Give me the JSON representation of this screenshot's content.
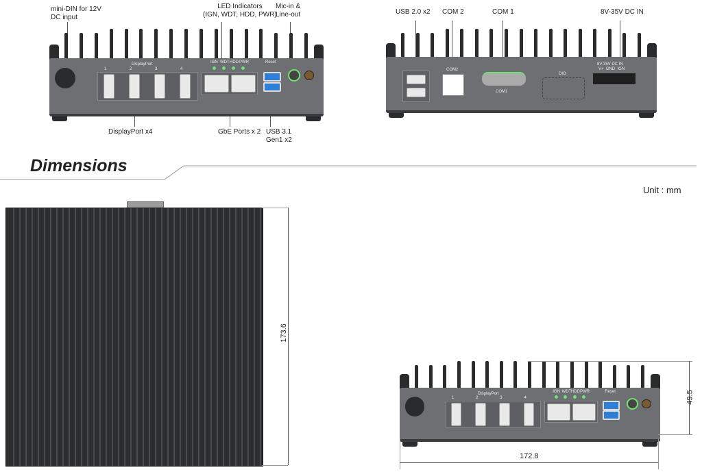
{
  "front_view": {
    "callouts": {
      "mini_din": "mini-DIN for 12V\nDC input",
      "led": "LED Indicators\n(IGN, WDT, HDD, PWR)",
      "mic": "Mic-in &\nLine-out",
      "displayport": "DisplayPort x4",
      "gbe": "GbE Ports x 2",
      "usb31": "USB 3.1\nGen1 x2"
    },
    "panel_text": {
      "displayport": "DisplayPort",
      "dp_numbers": [
        "1",
        "2",
        "3",
        "4"
      ],
      "leds": [
        "IGN",
        "WDT",
        "HDD",
        "PWR"
      ],
      "reset": "Reset"
    }
  },
  "rear_view": {
    "callouts": {
      "usb20": "USB 2.0 x2",
      "com2": "COM 2",
      "com1": "COM 1",
      "dcin": "8V-35V DC IN"
    },
    "panel_text": {
      "com2": "COM2",
      "com1": "COM1",
      "dio": "DIO",
      "dcin": "8V-35V DC IN",
      "pins": "V+  GND  IGN"
    }
  },
  "dimensions": {
    "heading": "Dimensions",
    "unit": "Unit : mm",
    "depth": "173.6",
    "height": "49.5",
    "width": "172.8"
  },
  "colors": {
    "body": "#6d6f72",
    "fins": "#2a2b2d",
    "usb3": "#2f7fd6",
    "led": "#6fe36f"
  }
}
